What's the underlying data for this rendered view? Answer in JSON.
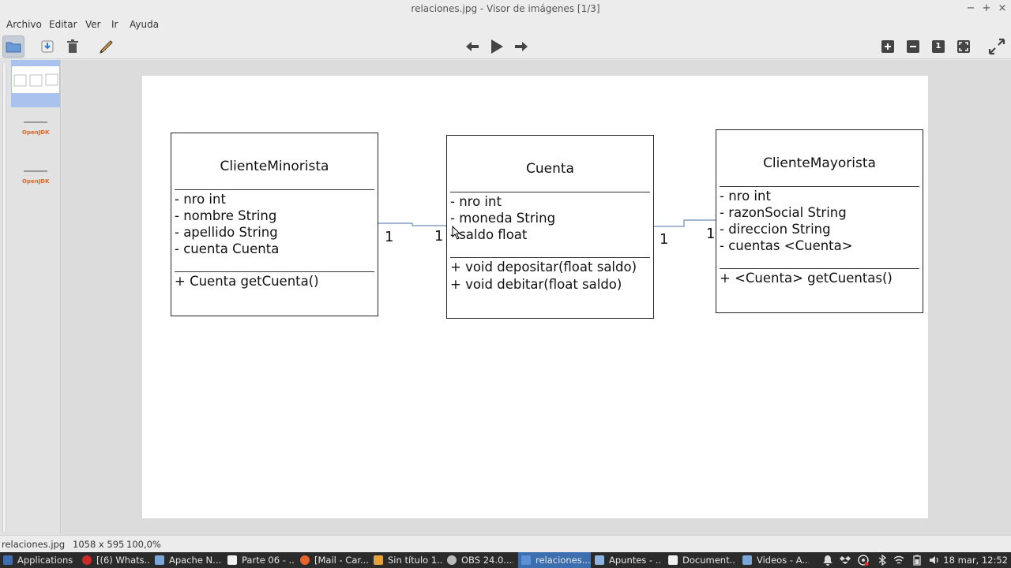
{
  "window": {
    "title": "relaciones.jpg - Visor de imágenes [1/3]",
    "controls": {
      "minimize": "−",
      "maximize": "+",
      "close": "×"
    }
  },
  "menu": [
    "Archivo",
    "Editar",
    "Ver",
    "Ir",
    "Ayuda"
  ],
  "toolbar": {
    "left": [
      "folder-icon",
      "save-icon",
      "trash-icon",
      "edit-icon"
    ],
    "center": [
      "arrow-left-icon",
      "play-icon",
      "arrow-right-icon"
    ],
    "right": [
      "zoom-in-icon",
      "zoom-out-icon",
      "zoom-100-icon",
      "zoom-fit-icon",
      "fullscreen-icon"
    ],
    "zoom_100_label": "1"
  },
  "thumbnails": [
    {
      "selected": true
    },
    {
      "selected": false,
      "caption": "OpenJDK"
    },
    {
      "selected": false,
      "caption": "OpenJDK"
    }
  ],
  "diagram": {
    "classes": [
      {
        "name": "ClienteMinorista",
        "attributes": [
          "- nro int",
          "- nombre String",
          "- apellido String",
          "- cuenta Cuenta"
        ],
        "methods": [
          "+ Cuenta getCuenta()"
        ]
      },
      {
        "name": "Cuenta",
        "attributes": [
          "- nro int",
          "- moneda String",
          "- saldo float"
        ],
        "methods": [
          "+ void depositar(float saldo)",
          "+ void debitar(float saldo)"
        ]
      },
      {
        "name": "ClienteMayorista",
        "attributes": [
          "- nro int",
          "- razonSocial String",
          "- direccion String",
          "- cuentas <Cuenta>"
        ],
        "methods": [
          "+ <Cuenta> getCuentas()"
        ]
      }
    ],
    "multiplicities": [
      "1",
      "1",
      "1",
      "1"
    ]
  },
  "status": {
    "filename": "relaciones.jpg",
    "dimensions": "1058 x 595",
    "zoom": "100,0%"
  },
  "taskbar": {
    "start": "Applications",
    "tasks": [
      {
        "label": "[(6) Whats...",
        "color": "#cc2a2a"
      },
      {
        "label": "Apache N...",
        "color": "#7aa6d8"
      },
      {
        "label": "Parte 06 - ...",
        "color": "#f0f0f0"
      },
      {
        "label": "[Mail - Car...",
        "color": "#e8622a"
      },
      {
        "label": "Sin título 1...",
        "color": "#e8a23a"
      },
      {
        "label": "OBS 24.0....",
        "color": "#bbbbbb"
      },
      {
        "label": "relaciones...",
        "color": "#5b8fd6",
        "active": true
      },
      {
        "label": "Apuntes - ...",
        "color": "#8fb3e0"
      },
      {
        "label": "Document...",
        "color": "#f0f0f0"
      },
      {
        "label": "Videos - A...",
        "color": "#7aa6d8"
      }
    ],
    "clock": "18 mar, 12:52"
  }
}
